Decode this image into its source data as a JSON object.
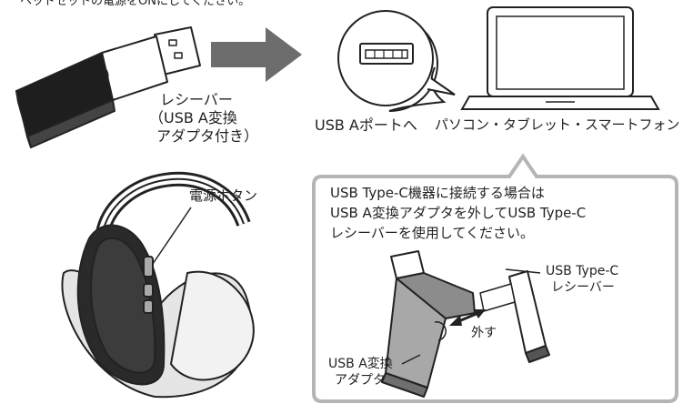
{
  "top_instruction": "ヘッドセットの電源をONにしてください。",
  "receiver_label": [
    "レシーバー",
    "（USB A変換",
    "アダプタ付き）"
  ],
  "usb_port_label": "USB Aポートへ",
  "devices_label": "パソコン・タブレット・スマートフォン",
  "power_button_label": "電源ボタン",
  "note": {
    "lines": [
      "USB Type-C機器に接続する場合は",
      "USB A変換アダプタを外してUSB Type-C",
      "レシーバーを使用してください。"
    ],
    "typec_receiver_label": [
      "USB Type-C",
      "レシーバー"
    ],
    "remove_label": "外す",
    "adapter_label": [
      "USB A変換",
      "アダプタ"
    ],
    "border_color": "#b5b5b5"
  },
  "colors": {
    "arrow": "#6d6d6d",
    "line": "#222222",
    "fill_gray": "#9a9a9a",
    "fill_light": "#d9d9d9"
  }
}
